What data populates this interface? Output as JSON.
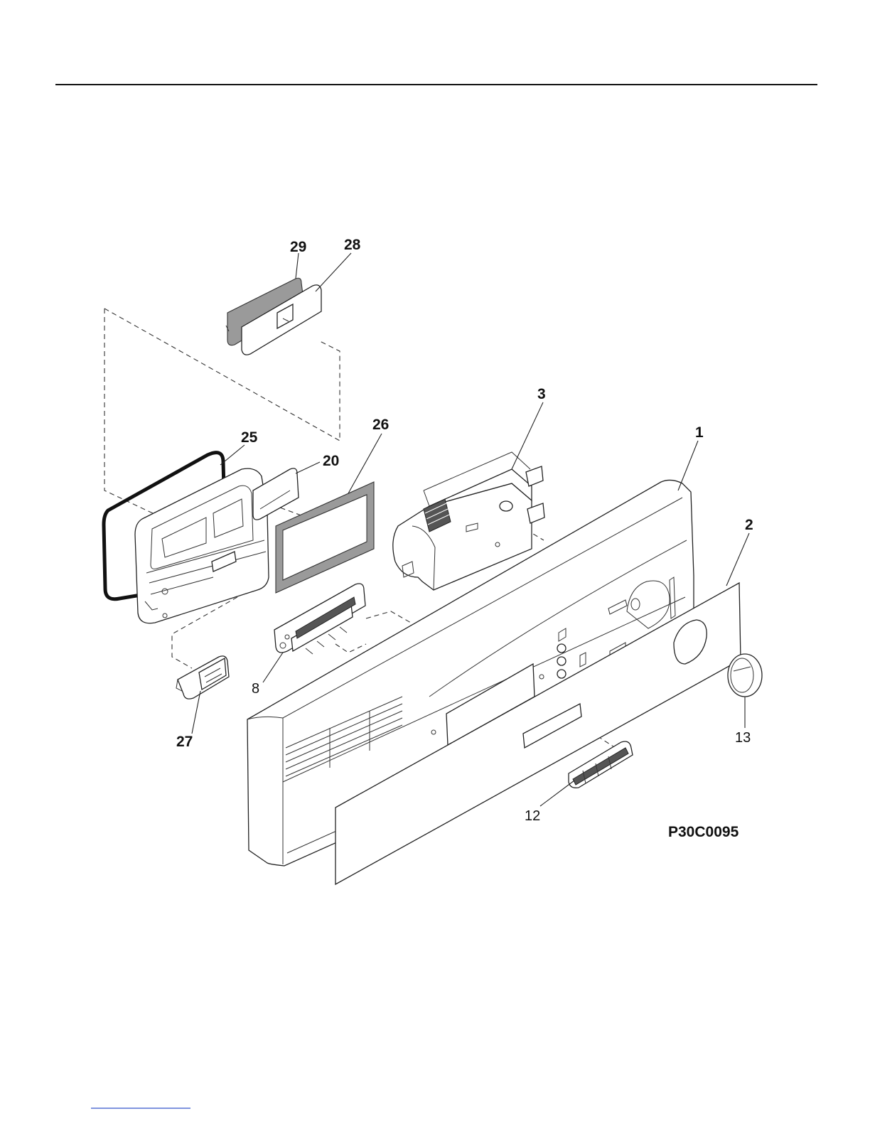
{
  "figure_code": "P30C0095",
  "callouts": [
    {
      "id": "29",
      "bold": true
    },
    {
      "id": "28",
      "bold": true
    },
    {
      "id": "3",
      "bold": true
    },
    {
      "id": "26",
      "bold": true
    },
    {
      "id": "1",
      "bold": true
    },
    {
      "id": "25",
      "bold": true
    },
    {
      "id": "20",
      "bold": true
    },
    {
      "id": "2",
      "bold": true
    },
    {
      "id": "8",
      "bold": false
    },
    {
      "id": "13",
      "bold": false
    },
    {
      "id": "27",
      "bold": true
    },
    {
      "id": "12",
      "bold": false
    }
  ],
  "colors": {
    "line": "#222222",
    "gasket_fill": "#9a9a9a",
    "footer_link": "#3355cc"
  }
}
